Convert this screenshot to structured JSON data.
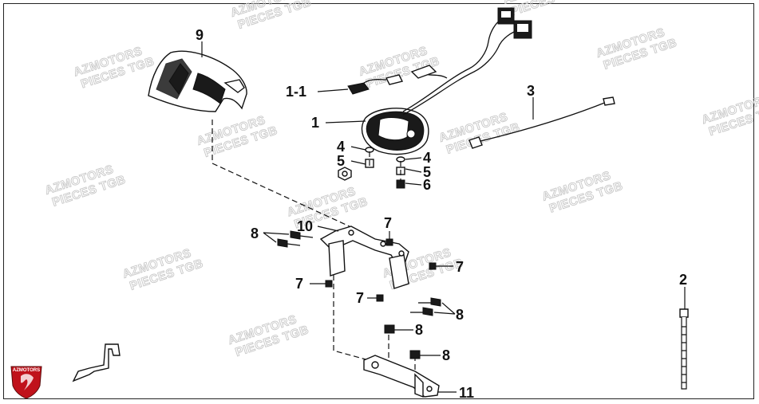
{
  "watermark": {
    "brand": "AZMOTORS",
    "sub": "PIECES TGB"
  },
  "logo": {
    "text": "AZMOTORS",
    "color": "#c0121b"
  },
  "callouts": {
    "c9": "9",
    "c1_1": "1-1",
    "c1": "1",
    "c3": "3",
    "c4a": "4",
    "c5a": "5",
    "c4b": "4",
    "c5b": "5",
    "c6": "6",
    "c10": "10",
    "c7a": "7",
    "c8a": "8",
    "c7b": "7",
    "c7c": "7",
    "c7d": "7",
    "c8b": "8",
    "c8c": "8",
    "c8d": "8",
    "c11": "11",
    "c2": "2"
  },
  "parts": [
    {
      "ref": "1",
      "icon": "speedometer-icon"
    },
    {
      "ref": "1-1",
      "icon": "connector-icon"
    },
    {
      "ref": "2",
      "icon": "cable-tie-icon"
    },
    {
      "ref": "3",
      "icon": "speedometer-cable-icon"
    },
    {
      "ref": "4",
      "icon": "washer-icon"
    },
    {
      "ref": "5",
      "icon": "rubber-grommet-icon"
    },
    {
      "ref": "6",
      "icon": "nut-icon"
    },
    {
      "ref": "7",
      "icon": "nut-icon"
    },
    {
      "ref": "8",
      "icon": "bolt-icon"
    },
    {
      "ref": "9",
      "icon": "meter-cover-icon"
    },
    {
      "ref": "10",
      "icon": "meter-bracket-icon"
    },
    {
      "ref": "11",
      "icon": "stay-bracket-icon"
    }
  ],
  "front_arrow_icon": "front-direction-icon"
}
